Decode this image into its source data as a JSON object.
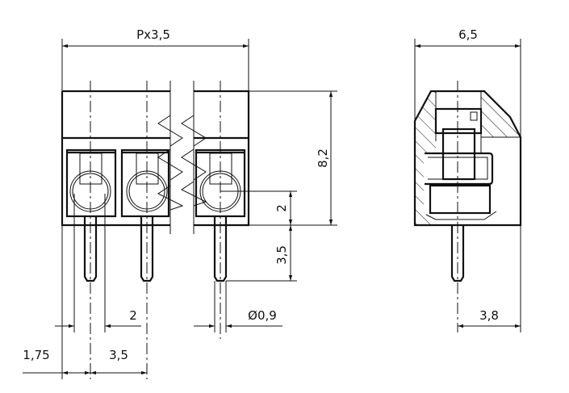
{
  "title": "Terminal block dimension drawing",
  "dimensions": {
    "pitch_total": "Px3,5",
    "width_side": "6,5",
    "height": "8,2",
    "wire_entry_height": "2",
    "pin_length": "3,5",
    "pin_diameter": "Ø0,9",
    "entry_width": "2",
    "edge_offset": "1,75",
    "pitch": "3,5",
    "pin_offset_side": "3,8"
  }
}
